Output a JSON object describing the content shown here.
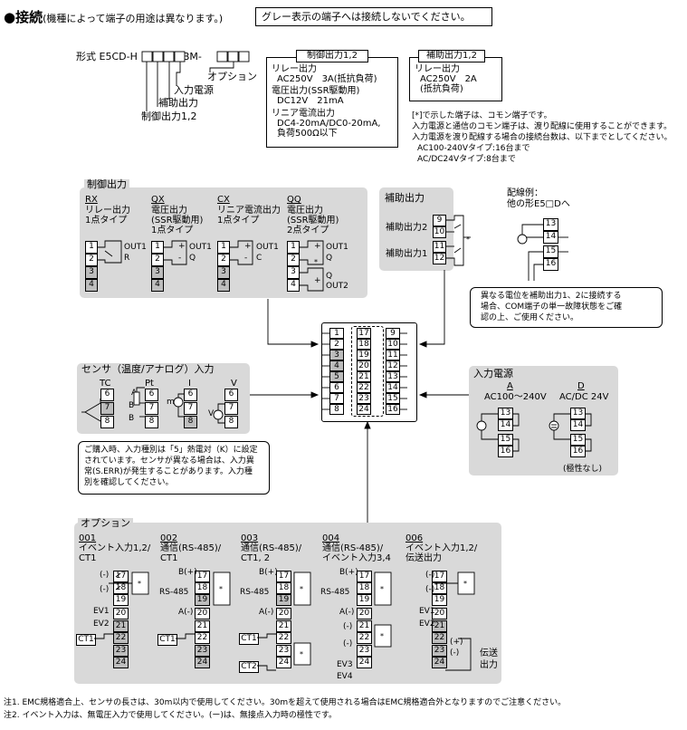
{
  "title": {
    "bullet": "●",
    "main": "接続",
    "sub": "(機種によって端子の用途は異なります。)",
    "gray_notice": "グレー表示の端子へは接続しないでください。"
  },
  "model": {
    "prefix": "形式",
    "code_a": "E5CD-H",
    "code_b": "BM-",
    "opt": "オプション",
    "power": "入力電源",
    "aux": "補助出力",
    "ctrl": "制御出力1,2"
  },
  "ctrl_spec": {
    "title": "制御出力1,2",
    "l1": "リレー出力",
    "l2": "AC250V　3A(抵抗負荷)",
    "l3": "電圧出力(SSR駆動用)",
    "l4": "DC12V　21mA",
    "l5": "リニア電流出力",
    "l6": "DC4-20mA/DC0-20mA,",
    "l7": "負荷500Ω以下"
  },
  "aux_spec": {
    "title": "補助出力1,2",
    "l1": "リレー出力",
    "l2": "AC250V　2A",
    "l3": "(抵抗負荷)"
  },
  "common_note": {
    "l1": "[*]で示した端子は、コモン端子です。",
    "l2": "入力電源と通信のコモン端子は、渡り配線に使用することができます。",
    "l3": "入力電源を渡り配線する場合の接続台数は、以下までとしてください。",
    "l4": "AC100-240Vタイプ:16台まで",
    "l5": "AC/DC24Vタイプ:8台まで"
  },
  "ctrl_out": {
    "title": "制御出力",
    "rx_code": "RX",
    "rx_l1": "リレー出力",
    "rx_l2": "1点タイプ",
    "qx_code": "QX",
    "qx_l1": "電圧出力",
    "qx_l2": "(SSR駆動用)",
    "qx_l3": "1点タイプ",
    "cx_code": "CX",
    "cx_l1": "リニア電流出力",
    "cx_l2": "1点タイプ",
    "qq_code": "QQ",
    "qq_l1": "電圧出力",
    "qq_l2": "(SSR駆動用)",
    "qq_l3": "2点タイプ",
    "out1": "OUT1",
    "out2": "OUT2",
    "r": "R",
    "q": "Q",
    "c": "C",
    "plus": "+",
    "minus": "-",
    "t1": "1",
    "t2": "2",
    "t3": "3",
    "t4": "4"
  },
  "aux_out": {
    "title": "補助出力",
    "a2": "補助出力2",
    "a1": "補助出力1",
    "t9": "9",
    "t10": "10",
    "t11": "11",
    "t12": "12"
  },
  "wiring": {
    "title": "配線例：",
    "sub": "他の形E5□Dへ",
    "t13": "13",
    "t14": "14",
    "t15": "15",
    "t16": "16",
    "note1": "異なる電位を補助出力1、2に接続する",
    "note2": "場合、COM端子の単一故障状態をご確",
    "note3": "認の上、ご使用ください。"
  },
  "center": {
    "col1": [
      "1",
      "2",
      "3",
      "4",
      "5",
      "6",
      "7",
      "8"
    ],
    "col2": [
      "17",
      "18",
      "19",
      "20",
      "21",
      "22",
      "23",
      "24"
    ],
    "col3": [
      "9",
      "10",
      "11",
      "12",
      "13",
      "14",
      "15",
      "16"
    ]
  },
  "sensor": {
    "title": "センサ（温度/アナログ）入力",
    "tc": "TC",
    "pt": "Pt",
    "i": "I",
    "v": "V",
    "a": "A",
    "b": "B",
    "ma": "mA",
    "vv": "V",
    "t6": "6",
    "t7": "7",
    "t8": "8"
  },
  "sensor_note": {
    "l1": "ご購入時、入力種別は「5」熱電対（K）に設定",
    "l2": "されています。センサが異なる場合は、入力異",
    "l3": "常(S.ERR)が発生することがあります。入力種",
    "l4": "別を確認してください。"
  },
  "power_in": {
    "title": "入力電源",
    "a": "A",
    "a_l": "AC100～240V",
    "d": "D",
    "d_l": "AC/DC 24V",
    "nopol": "(極性なし)",
    "t13": "13",
    "t14": "14",
    "t15": "15",
    "t16": "16"
  },
  "option": {
    "title": "オプション",
    "o1_code": "001",
    "o1_l1": "イベント入力1,2/",
    "o1_l2": "CT1",
    "o2_code": "002",
    "o2_l1": "通信(RS-485)/",
    "o2_l2": "CT1",
    "o3_code": "003",
    "o3_l1": "通信(RS-485)/",
    "o3_l2": "CT1, 2",
    "o4_code": "004",
    "o4_l1": "通信(RS-485)/",
    "o4_l2": "イベント入力3,4",
    "o6_code": "006",
    "o6_l1": "イベント入力1,2/",
    "o6_l2": "伝送出力",
    "ev1": "EV1",
    "ev2": "EV2",
    "ev3": "EV3",
    "ev4": "EV4",
    "ct1": "CT1",
    "ct2": "CT2",
    "rs485": "RS-485",
    "bp": "B(+)",
    "am": "A(-)",
    "mn": "(-)",
    "pl": "(+)",
    "tx1": "伝送",
    "tx2": "出力",
    "t17": "17",
    "t18": "18",
    "t19": "19",
    "t20": "20",
    "t21": "21",
    "t22": "22",
    "t23": "23",
    "t24": "24"
  },
  "footer": {
    "n1": "注1. EMC規格適合上、センサの長さは、30m以内で使用してください。30mを超えて使用される場合はEMC規格適合外となりますのでご注意ください。",
    "n2": "注2. イベント入力は、無電圧入力で使用してください。(ー)は、無接点入力時の極性です。"
  },
  "colors": {
    "gray_panel": "#d9d9d9",
    "gray_terminal": "#bdbdbd",
    "line": "#000000"
  }
}
